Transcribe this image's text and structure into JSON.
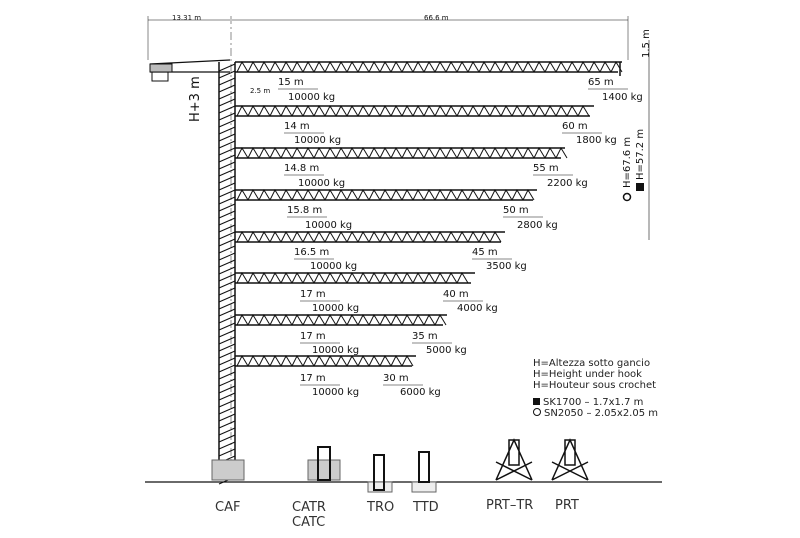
{
  "dimensions": {
    "counter_jib": "13.31 m",
    "jib": "66.6 m",
    "tip": "1.5 m",
    "tower_top": "2.5 m",
    "tower_head": "H+3 m"
  },
  "heights": {
    "sn2050": "H=67.6 m",
    "sk1700": "H=57.2 m"
  },
  "jib_configs": [
    {
      "min_radius": "15 m",
      "max_load": "10000 kg",
      "tip_radius": "65 m",
      "tip_load": "1400 kg"
    },
    {
      "min_radius": "14 m",
      "max_load": "10000 kg",
      "tip_radius": "60 m",
      "tip_load": "1800 kg"
    },
    {
      "min_radius": "14.8 m",
      "max_load": "10000 kg",
      "tip_radius": "55 m",
      "tip_load": "2200 kg"
    },
    {
      "min_radius": "15.8 m",
      "max_load": "10000 kg",
      "tip_radius": "50 m",
      "tip_load": "2800 kg"
    },
    {
      "min_radius": "16.5 m",
      "max_load": "10000 kg",
      "tip_radius": "45 m",
      "tip_load": "3500 kg"
    },
    {
      "min_radius": "17 m",
      "max_load": "10000 kg",
      "tip_radius": "40 m",
      "tip_load": "4000 kg"
    },
    {
      "min_radius": "17 m",
      "max_load": "10000 kg",
      "tip_radius": "35 m",
      "tip_load": "5000 kg"
    },
    {
      "min_radius": "17 m",
      "max_load": "10000 kg",
      "tip_radius": "30 m",
      "tip_load": "6000 kg"
    }
  ],
  "legend": {
    "line1": "H=Altezza sotto gancio",
    "line2": "H=Height under hook",
    "line3": "H=Houteur sous crochet",
    "sk": "SK1700 – 1.7x1.7 m",
    "sn": "SN2050 – 2.05x2.05 m"
  },
  "bases": {
    "caf": "CAF",
    "catr": "CATR",
    "catc": "CATC",
    "tro": "TRO",
    "ttd": "TTD",
    "prt_tr": "PRT–TR",
    "prt": "PRT"
  }
}
